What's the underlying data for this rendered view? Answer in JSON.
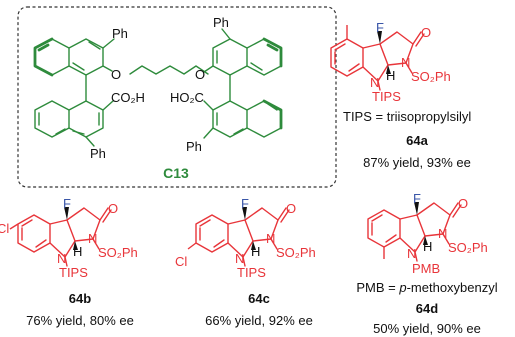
{
  "catalyst": {
    "name": "C13",
    "groups": {
      "ph_top_left": "Ph",
      "ph_top_right": "Ph",
      "o_left": "O",
      "o_right": "O",
      "acid_left": "CO₂H",
      "acid_right": "HO₂C",
      "ph_bottom_left": "Ph",
      "ph_bottom_right": "Ph"
    }
  },
  "compounds": [
    {
      "id": "64a",
      "label": "64a",
      "result": "87% yield, 93% ee",
      "atoms": {
        "F": "F",
        "O": "O",
        "N1": "N",
        "N2": "N",
        "H": "H",
        "N_sub": "SO₂Ph",
        "N2_sub": "TIPS"
      }
    },
    {
      "id": "64b",
      "label": "64b",
      "result": "76% yield, 80% ee",
      "atoms": {
        "F": "F",
        "O": "O",
        "N1": "N",
        "N2": "N",
        "H": "H",
        "N_sub": "SO₂Ph",
        "N2_sub": "TIPS",
        "X": "Cl"
      }
    },
    {
      "id": "64c",
      "label": "64c",
      "result": "66% yield, 92% ee",
      "atoms": {
        "F": "F",
        "O": "O",
        "N1": "N",
        "N2": "N",
        "H": "H",
        "N_sub": "SO₂Ph",
        "N2_sub": "TIPS",
        "X": "Cl"
      }
    },
    {
      "id": "64d",
      "label": "64d",
      "result": "50% yield, 90% ee",
      "atoms": {
        "F": "F",
        "O": "O",
        "N1": "N",
        "N2": "N",
        "H": "H",
        "N_sub": "SO₂Ph",
        "N2_sub": "PMB"
      }
    }
  ],
  "notes": {
    "tips_prefix": "TIPS = ",
    "tips_text": "triisopropylsilyl",
    "pmb_prefix": "PMB = ",
    "pmb_italic": "p",
    "pmb_suffix": "-methoxybenzyl"
  },
  "colors": {
    "catalyst": "#2e8b3c",
    "compound": "#e8353a",
    "fluorine": "#3a56a8",
    "frame": "#333333",
    "text": "#111111"
  }
}
